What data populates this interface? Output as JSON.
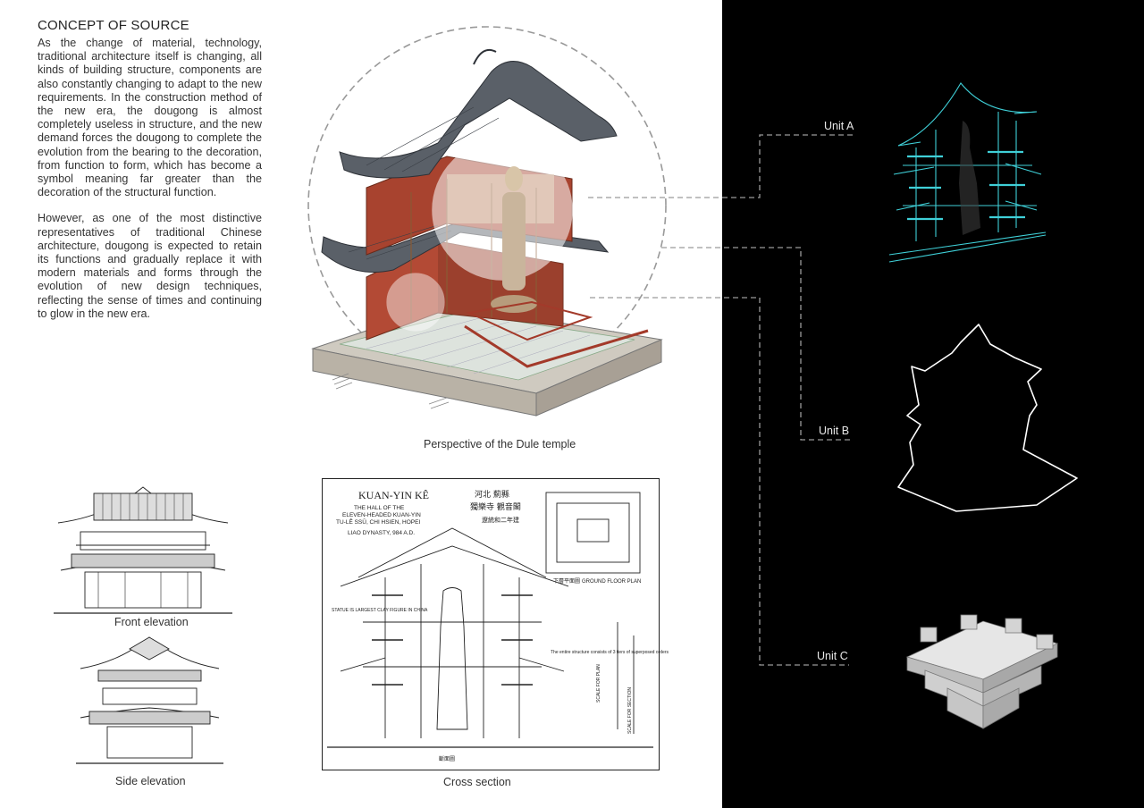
{
  "concept": {
    "title": "CONCEPT OF SOURCE",
    "paragraph1": "As the change of material, technology, traditional architecture itself is changing, all kinds of building structure, components are also constantly changing to adapt to the new requirements. In the construction method of the new era, the dougong is almost completely useless in structure, and the new demand forces the dougong to complete the evolution from the bearing to the decoration, from function to form, which has become a symbol meaning far greater than the decoration of the structural function.",
    "paragraph2": "However, as one of the most distinctive representatives of traditional Chinese architecture, dougong is expected to retain its functions and gradually replace it with modern materials and forms through the evolution of new design techniques, reflecting the sense of times and continuing to glow in the new era."
  },
  "captions": {
    "perspective": "Perspective of the Dule temple",
    "front": "Front elevation",
    "side": "Side elevation",
    "cross": "Cross section"
  },
  "units": {
    "a": "Unit A",
    "b": "Unit B",
    "c": "Unit C"
  },
  "drawing_text": {
    "title": "KUAN-YIN KÊ",
    "line1": "THE HALL OF THE",
    "line2": "ELEVEN-HEADED KUAN-YIN",
    "line3": "TU-LÊ SSŬ, CHI HSIEN, HOPEI",
    "line4": "LIAO DYNASTY, 984 A.D.",
    "cn1": "河北 薊縣",
    "cn2": "獨樂寺 觀音閣",
    "cn3": "遼統和二年建",
    "plan_label": "GROUND FLOOR PLAN",
    "plan_cn": "下層平面圖",
    "statue": "STATUE IS LARGEST CLAY FIGURE IN CHINA",
    "note": "The entire structure consists of 3 tiers of superposed orders",
    "scale1": "SCALE FOR PLAN",
    "scale2": "SCALE FOR SECTION",
    "section_cn": "斷面圖"
  },
  "colors": {
    "right_bg": "#000000",
    "cyan": "#3fd0d8",
    "dash": "#bbbbbb",
    "roof": "#5a6068",
    "red": "#a33a2a",
    "wood": "#8a5a35"
  }
}
